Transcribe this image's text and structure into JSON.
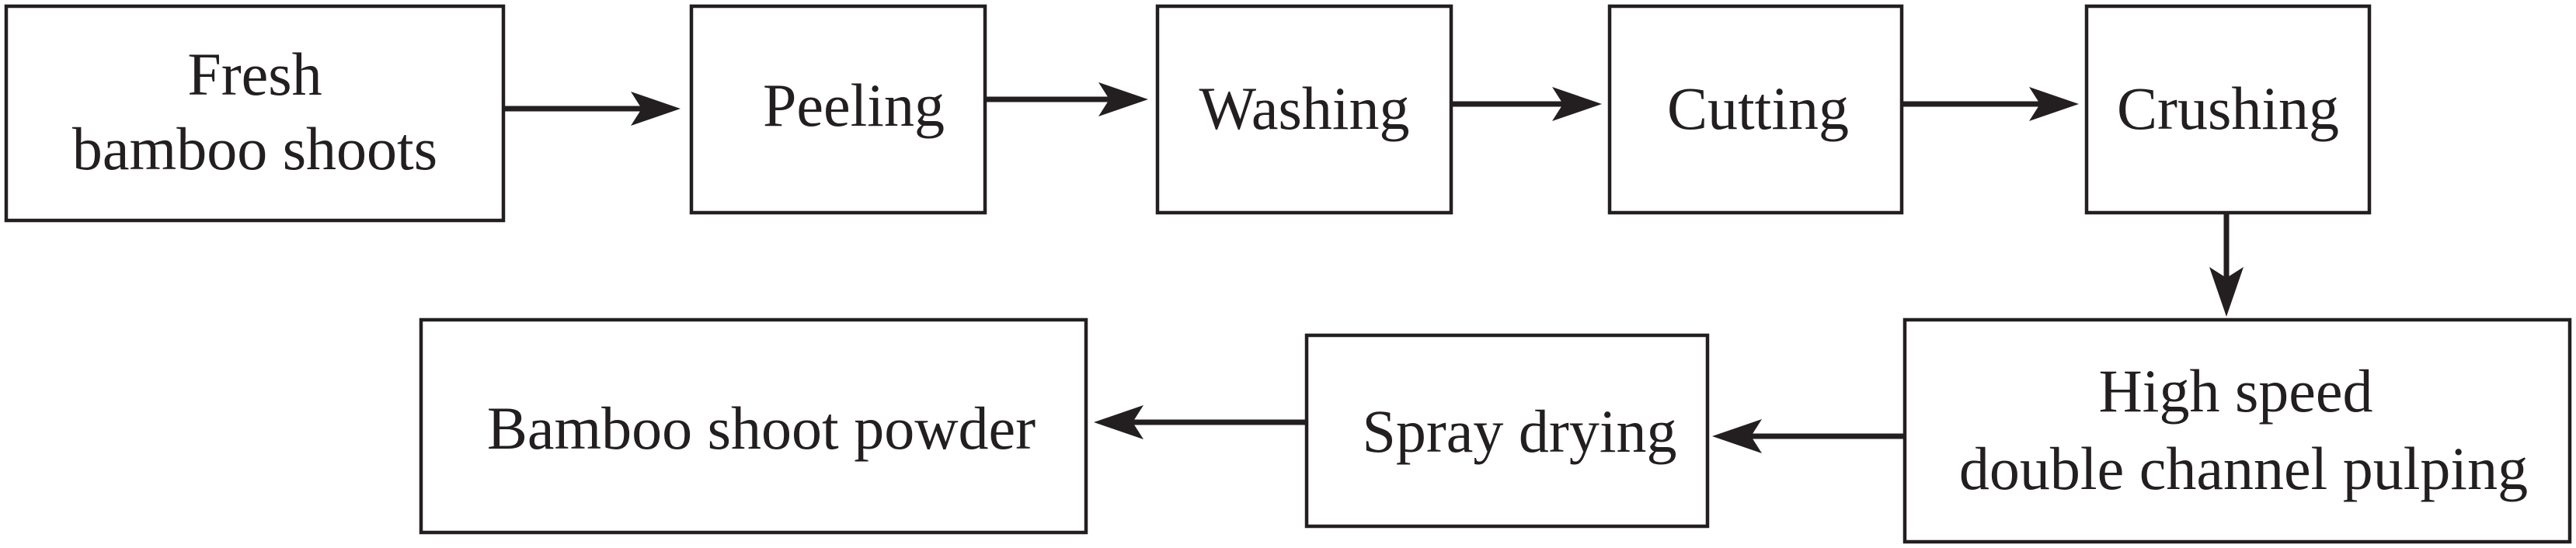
{
  "colors": {
    "ink": "#231f20",
    "background": "#ffffff"
  },
  "nodes": {
    "fresh_bamboo_shoots": {
      "line1": "Fresh",
      "line2": "bamboo shoots"
    },
    "peeling": {
      "label": "Peeling"
    },
    "washing": {
      "label": "Washing"
    },
    "cutting": {
      "label": "Cutting"
    },
    "crushing": {
      "label": "Crushing"
    },
    "pulping": {
      "line1": "High speed",
      "line2": "double channel pulping"
    },
    "spray_drying": {
      "label": "Spray drying"
    },
    "bamboo_shoot_powder": {
      "label": "Bamboo shoot powder"
    }
  }
}
